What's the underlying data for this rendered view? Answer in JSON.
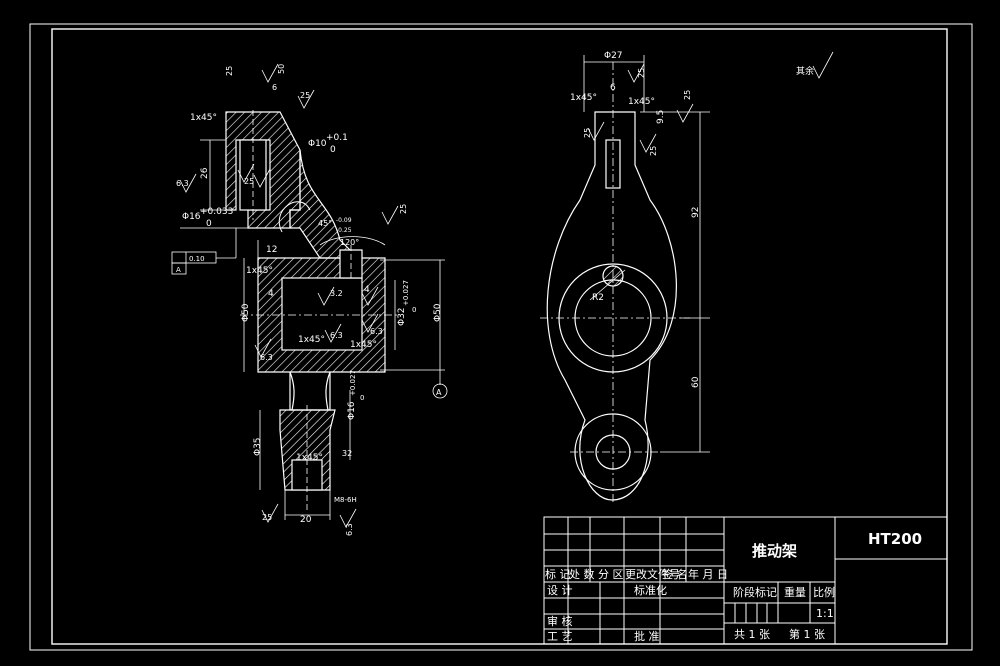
{
  "title_block": {
    "part_name": "推动架",
    "material": "HT200",
    "header_row": [
      "标 记",
      "处 数",
      "分 区",
      "更改文件号",
      "签 名",
      "年 月 日"
    ],
    "design": "设 计",
    "standardization": "标准化",
    "stage_mark": "阶段标记",
    "weight": "重量",
    "scale_label": "比例",
    "scale_value": "1:1",
    "review": "审 核",
    "process": "工 艺",
    "approve": "批 准",
    "sheets_total": "共 1 张",
    "sheet_no": "第 1 张"
  },
  "note": {
    "text": "其余"
  },
  "front_view": {
    "dims": {
      "d1": "1x45°",
      "d2": "Φ10",
      "d2_tol_up": "+0.1",
      "d2_tol_lo": "0",
      "d3": "26",
      "d4": "Φ16",
      "d4_tol_up": "+0.033",
      "d4_tol_lo": "0",
      "d5": "12",
      "d6": "1x45°",
      "d7": "4",
      "d8": "4",
      "d9": "Φ50",
      "d10": "Φ32",
      "d10_tol": "+0.027",
      "d10_tol_lo": "0",
      "d11": "Φ50",
      "d12": "1x45°",
      "d13": "1x45°",
      "d14": "Φ16",
      "d14_tol": "+0.027",
      "d14_tol_lo": "0",
      "d15": "Φ35",
      "d16": "1x45°",
      "d17": "20",
      "d18": "M8-6H",
      "d19": "120°",
      "d20": "6",
      "d21": "45°",
      "d22": "-0.09",
      "d23": "-0.25",
      "d24": "32"
    },
    "roughness": [
      "25",
      "50",
      "25",
      "6.3",
      "25",
      "25",
      "3.2",
      "6.3",
      "6.3",
      "6.3",
      "3.2",
      "25",
      "6.3"
    ],
    "gdt_tol": "0.10",
    "gdt_datum": "A",
    "datum": "A"
  },
  "side_view": {
    "dims": {
      "d1": "Φ27",
      "d2": "1x45°",
      "d3": "6",
      "d4": "1x45°",
      "d5": "9.5",
      "d6": "92",
      "d7": "60",
      "d8": "R2"
    },
    "roughness": [
      "25",
      "25",
      "25",
      "25"
    ]
  }
}
